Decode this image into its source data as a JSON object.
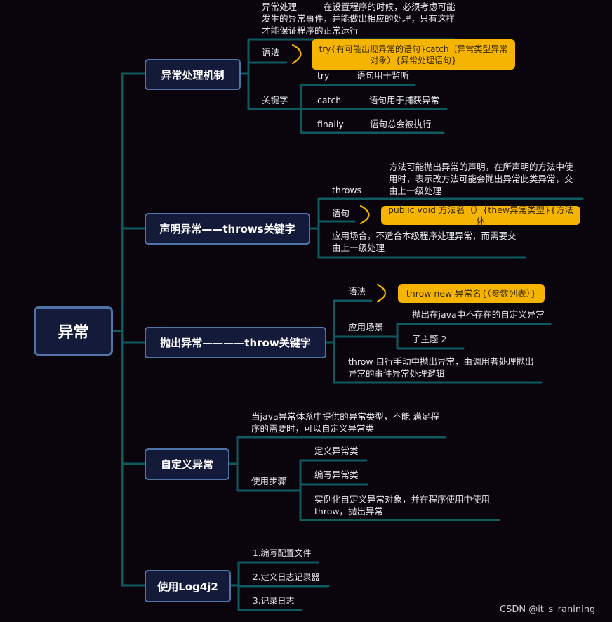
{
  "root": {
    "label": "异常"
  },
  "branches": [
    {
      "label": "异常处理机制",
      "intro": {
        "title": "异常处理",
        "text": "在设置程序的时候，必须考虑可能发生的异常事件，并能做出相应的处理，只有这样才能保证程序的正常运行。"
      },
      "syntax": {
        "label": "语法",
        "callout": "try{有可能出现异常的语句}catch（异常类型异常对象）{异常处理语句}"
      },
      "keywords": {
        "label": "关键字",
        "items": [
          {
            "name": "try",
            "desc": "语句用于监听"
          },
          {
            "name": "catch",
            "desc": "语句用于捕获异常"
          },
          {
            "name": "finally",
            "desc": "语句总会被执行"
          }
        ]
      }
    },
    {
      "label": "声明异常——throws关键字",
      "throws": {
        "label": "throws",
        "desc": "方法可能抛出异常的声明，在所声明的方法中使用时，表示改方法可能会抛出异常此类异常，交由上一级处理"
      },
      "statement": {
        "label": "语句",
        "callout": "public void 方法名（）{thew异常类型}{方法体"
      },
      "scene": "应用场合，不适合本级程序处理异常，而需要交由上一级处理"
    },
    {
      "label": "抛出异常————throw关键字",
      "syntax": {
        "label": "语法",
        "callout": "throw new 异常名{（参数列表）}"
      },
      "scene": {
        "label": "应用场景",
        "items": [
          "抛出在java中不存在的自定义异常",
          "子主题 2"
        ]
      },
      "desc": "throw 自行手动中抛出异常，由调用者处理抛出异常的事件异常处理逻辑"
    },
    {
      "label": "自定义异常",
      "desc": "当java异常体系中提供的异常类型，不能 满足程序的需要时，可以自定义异常类",
      "steps": {
        "label": "使用步骤",
        "items": [
          "定义异常类",
          "编写异常类",
          "实例化自定义异常对象，并在程序使用中使用throw，抛出异常"
        ]
      }
    },
    {
      "label": "使用Log4j2",
      "items": [
        "1.编写配置文件",
        "2.定义日志记录器",
        "3.记录日志"
      ]
    }
  ],
  "watermark": "CSDN @it_s_ranining",
  "colors": {
    "background": "#0a050d",
    "line": "#0f5a5e",
    "node_fill": "#141a3a",
    "node_border": "#4f74a8",
    "callout": "#f5b400"
  }
}
